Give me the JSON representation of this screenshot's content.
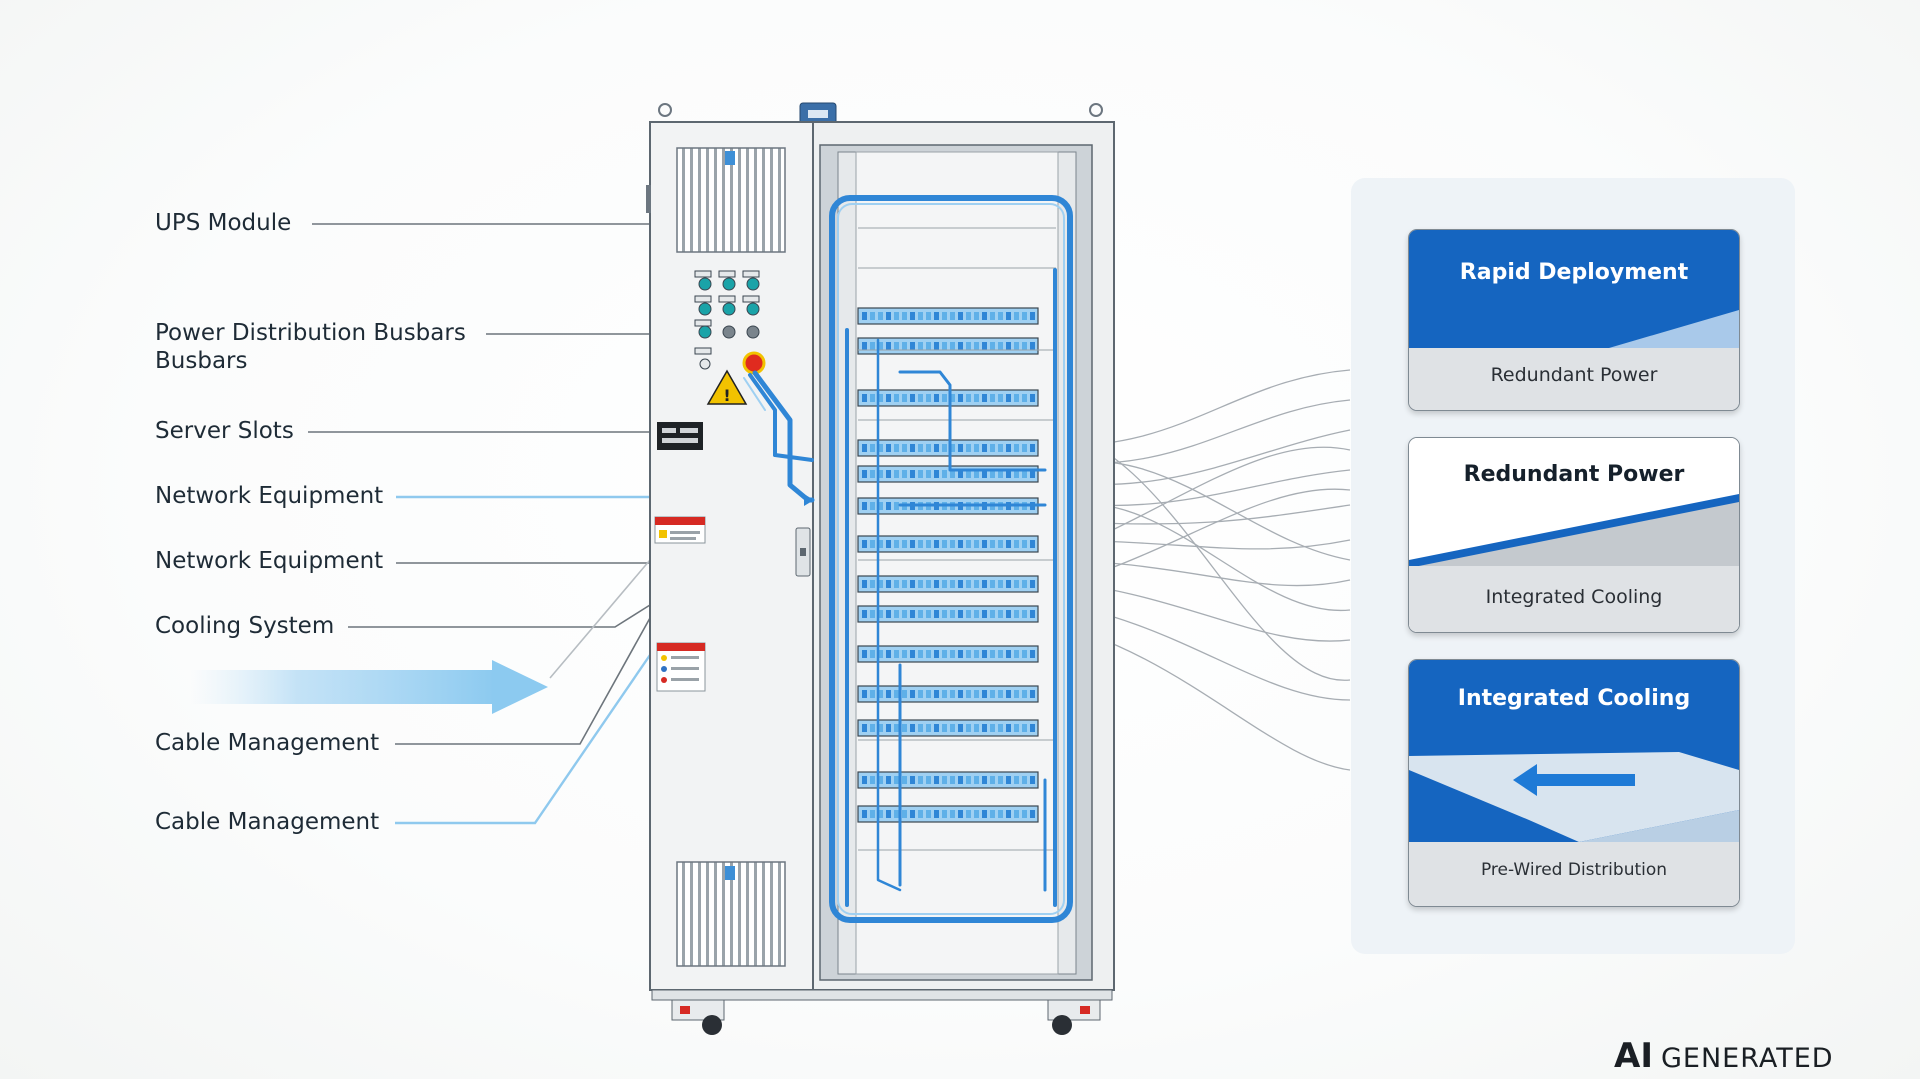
{
  "callouts": [
    {
      "id": "ups",
      "text": "UPS Module"
    },
    {
      "id": "busbars",
      "text": "Power Distribution Busbars Busbars"
    },
    {
      "id": "server",
      "text": "Server Slots"
    },
    {
      "id": "network1",
      "text": "Network Equipment"
    },
    {
      "id": "network2",
      "text": "Network Equipment"
    },
    {
      "id": "cooling",
      "text": "Cooling System"
    },
    {
      "id": "cable1",
      "text": "Cable Management"
    },
    {
      "id": "cable2",
      "text": "Cable Management"
    }
  ],
  "cards": [
    {
      "title": "Rapid Deployment",
      "subtitle": "Redundant Power",
      "style": "blue"
    },
    {
      "title": "Redundant Power",
      "subtitle": "Integrated Cooling",
      "style": "white"
    },
    {
      "title": "Integrated Cooling",
      "subtitle": "Pre-Wired Distribution",
      "style": "blue-arrow"
    }
  ],
  "watermark": {
    "mark": "AI",
    "text": "GENERATED"
  },
  "colors": {
    "accent_blue": "#1565c0",
    "line_blue": "#4aa3e0",
    "light_blue": "#8fc9ee",
    "warning_yellow": "#f2c200",
    "emergency_red": "#e02b1f",
    "indicator_teal": "#1aa3a8",
    "leader_gray": "#6d757c"
  },
  "icons": [
    "warning-triangle-icon",
    "emergency-stop-icon",
    "caster-wheel-icon",
    "airflow-arrow-icon",
    "vent-grille-icon"
  ]
}
